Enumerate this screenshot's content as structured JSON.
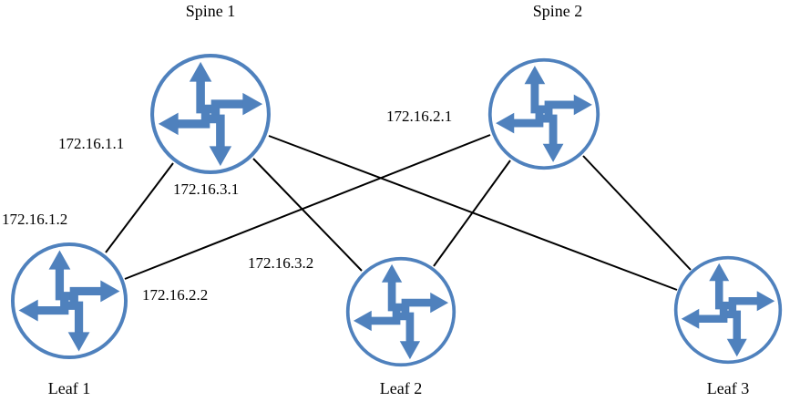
{
  "diagram": {
    "type": "network-topology",
    "description": "Two-spine three-leaf IP fabric with Juniper-style router icons",
    "nodes": [
      {
        "id": "spine1",
        "label": "Spine 1",
        "role": "spine"
      },
      {
        "id": "spine2",
        "label": "Spine 2",
        "role": "spine"
      },
      {
        "id": "leaf1",
        "label": "Leaf 1",
        "role": "leaf"
      },
      {
        "id": "leaf2",
        "label": "Leaf 2",
        "role": "leaf"
      },
      {
        "id": "leaf3",
        "label": "Leaf 3",
        "role": "leaf"
      }
    ],
    "links": [
      {
        "from": "Spine 1",
        "to": "Leaf 1"
      },
      {
        "from": "Spine 1",
        "to": "Leaf 2"
      },
      {
        "from": "Spine 1",
        "to": "Leaf 3"
      },
      {
        "from": "Spine 2",
        "to": "Leaf 1"
      },
      {
        "from": "Spine 2",
        "to": "Leaf 2"
      },
      {
        "from": "Spine 2",
        "to": "Leaf 3"
      }
    ],
    "ip_labels": [
      "172.16.1.1",
      "172.16.3.1",
      "172.16.2.1",
      "172.16.1.2",
      "172.16.3.2",
      "172.16.2.2"
    ],
    "colors": {
      "router": "#4f81bd",
      "line": "#000000",
      "text": "#000000",
      "background": "#ffffff"
    }
  }
}
